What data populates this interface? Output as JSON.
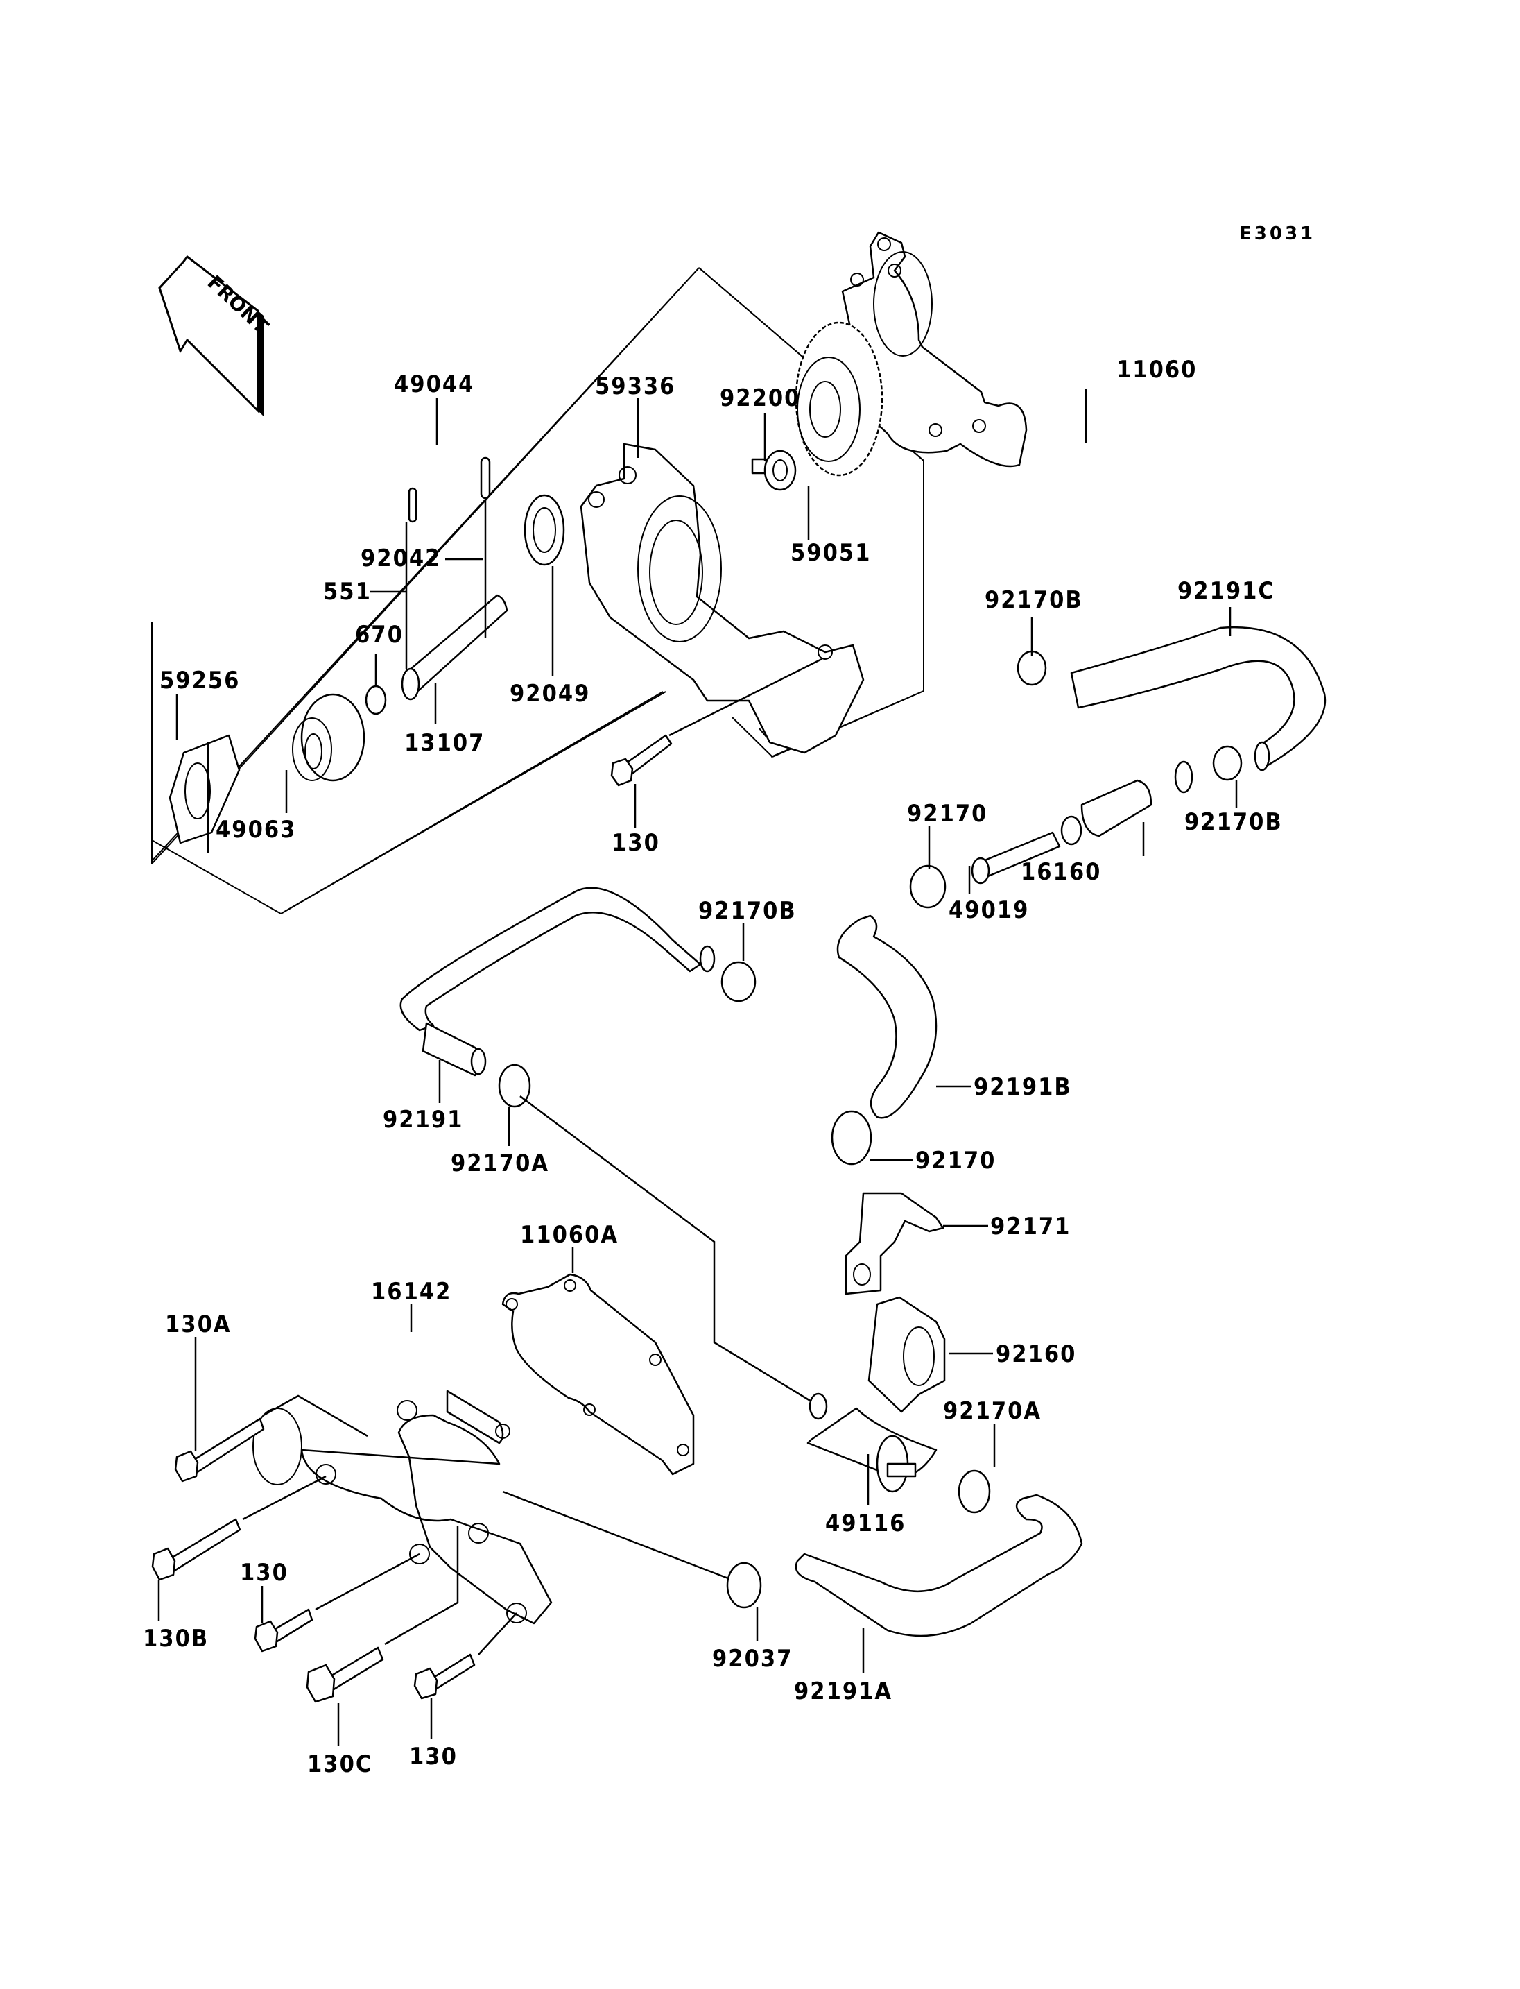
{
  "diagram": {
    "title": "Water Pump",
    "diagram_code": "E3031",
    "direction_indicator": "FRONT",
    "assembly_label": "49044",
    "labels": [
      {
        "id": "p11060",
        "text": "11060",
        "part": "gasket-upper"
      },
      {
        "id": "p49044",
        "text": "49044",
        "part": "pump-assembly"
      },
      {
        "id": "p59336",
        "text": "59336",
        "part": "pump-housing"
      },
      {
        "id": "p92200",
        "text": "92200",
        "part": "washer"
      },
      {
        "id": "p59051",
        "text": "59051",
        "part": "pump-gear"
      },
      {
        "id": "p92042",
        "text": "92042",
        "part": "pin"
      },
      {
        "id": "p551",
        "text": "551",
        "part": "pin"
      },
      {
        "id": "p670",
        "text": "670",
        "part": "o-ring"
      },
      {
        "id": "p13107",
        "text": "13107",
        "part": "shaft"
      },
      {
        "id": "p92049",
        "text": "92049",
        "part": "oil-seal"
      },
      {
        "id": "p59256",
        "text": "59256",
        "part": "impeller"
      },
      {
        "id": "p49063",
        "text": "49063",
        "part": "mechanical-seal"
      },
      {
        "id": "p130_top",
        "text": "130",
        "part": "bolt"
      },
      {
        "id": "p92170B_1",
        "text": "92170B",
        "part": "clamp"
      },
      {
        "id": "p92191C",
        "text": "92191C",
        "part": "hose"
      },
      {
        "id": "p92170B_2",
        "text": "92170B",
        "part": "clamp"
      },
      {
        "id": "p92170_1",
        "text": "92170",
        "part": "clamp"
      },
      {
        "id": "p16160",
        "text": "16160",
        "part": "thermostat-filter"
      },
      {
        "id": "p49019",
        "text": "49019",
        "part": "strainer"
      },
      {
        "id": "p92170B_3",
        "text": "92170B",
        "part": "clamp"
      },
      {
        "id": "p92191",
        "text": "92191",
        "part": "hose"
      },
      {
        "id": "p92170A_1",
        "text": "92170A",
        "part": "clamp"
      },
      {
        "id": "p92191B",
        "text": "92191B",
        "part": "hose"
      },
      {
        "id": "p92170_2",
        "text": "92170",
        "part": "clamp"
      },
      {
        "id": "p92171",
        "text": "92171",
        "part": "bracket"
      },
      {
        "id": "p11060A",
        "text": "11060A",
        "part": "gasket-cover"
      },
      {
        "id": "p16142",
        "text": "16142",
        "part": "pump-cover"
      },
      {
        "id": "p92160",
        "text": "92160",
        "part": "damper"
      },
      {
        "id": "p130A",
        "text": "130A",
        "part": "bolt"
      },
      {
        "id": "p92170A_2",
        "text": "92170A",
        "part": "clamp"
      },
      {
        "id": "p49116",
        "text": "49116",
        "part": "check-valve"
      },
      {
        "id": "p130B",
        "text": "130B",
        "part": "bolt"
      },
      {
        "id": "p130_mid",
        "text": "130",
        "part": "bolt"
      },
      {
        "id": "p92037",
        "text": "92037",
        "part": "clamp"
      },
      {
        "id": "p92191A",
        "text": "92191A",
        "part": "hose"
      },
      {
        "id": "p130C",
        "text": "130C",
        "part": "bolt"
      },
      {
        "id": "p130_bot",
        "text": "130",
        "part": "bolt"
      }
    ]
  }
}
